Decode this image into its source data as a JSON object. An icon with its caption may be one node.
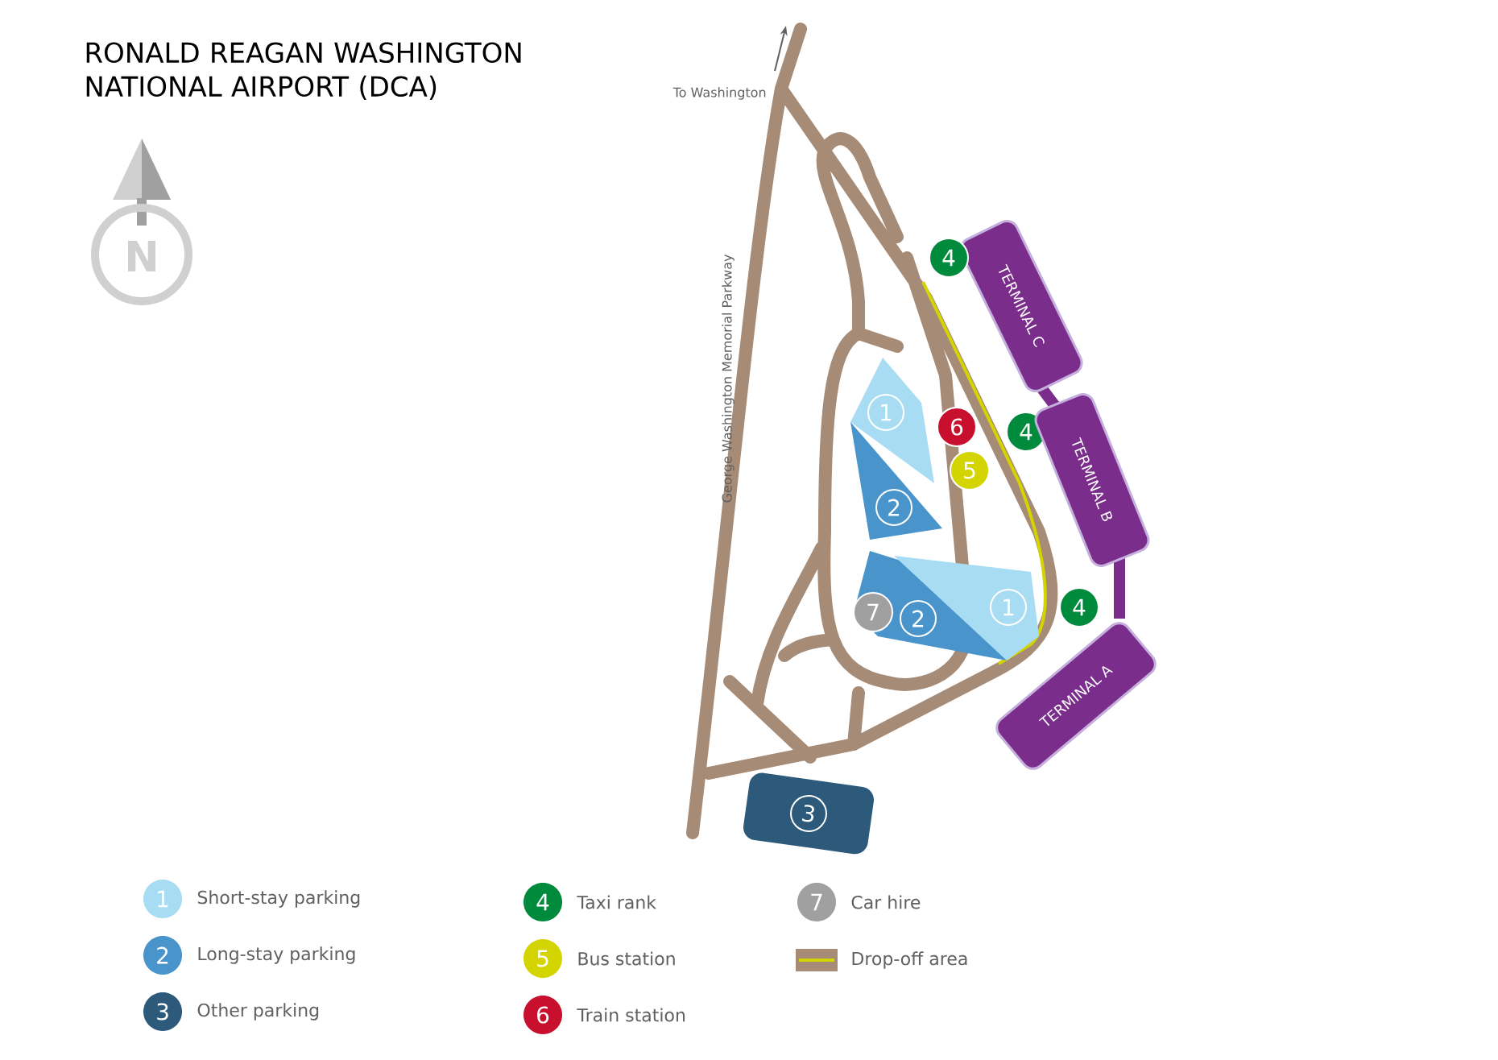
{
  "diagram": {
    "title": "RONALD REAGAN WASHINGTON NATIONAL AIRPORT (DCA)",
    "nodes": [
      {
        "text": [
          "TERMINAL C"
        ]
      },
      {
        "text": [
          "4"
        ]
      },
      {
        "text": [
          "1"
        ]
      },
      {
        "text": [
          "6"
        ]
      },
      {
        "text": [
          "4"
        ]
      },
      {
        "text": [
          "TERMINAL B"
        ]
      },
      {
        "text": [
          "5"
        ]
      },
      {
        "text": [
          "2"
        ]
      },
      {
        "text": [
          "7"
        ]
      },
      {
        "text": [
          "2"
        ]
      },
      {
        "text": [
          "1"
        ]
      },
      {
        "text": [
          "4"
        ]
      },
      {
        "text": [
          "TERMINAL A"
        ]
      },
      {
        "text": [
          "3"
        ]
      }
    ],
    "edges": [
      {
        "from": 0,
        "to": 5,
        "arrow": "none",
        "color": "#7b2d8b"
      },
      {
        "from": 5,
        "to": 12,
        "arrow": "none",
        "color": "#7b2d8b"
      }
    ],
    "labels": [
      "To Washington",
      "George Washington Memorial Parkway",
      "N",
      "1",
      "2",
      "3",
      "4",
      "5",
      "6",
      "7"
    ],
    "legend": [
      {
        "text": "Short-stay parking",
        "color": "#a8dcf3"
      },
      {
        "text": "Long-stay parking",
        "color": "#4a94cc"
      },
      {
        "text": "Other parking",
        "color": "#2d5a7b"
      },
      {
        "text": "Taxi rank",
        "color": "#008a3c"
      },
      {
        "text": "Bus station",
        "color": "#d4d400"
      },
      {
        "text": "Train station",
        "color": "#c8102e"
      },
      {
        "text": "Car hire",
        "color": "#a0a0a0"
      },
      {
        "text": "Drop-off area"
      }
    ]
  }
}
